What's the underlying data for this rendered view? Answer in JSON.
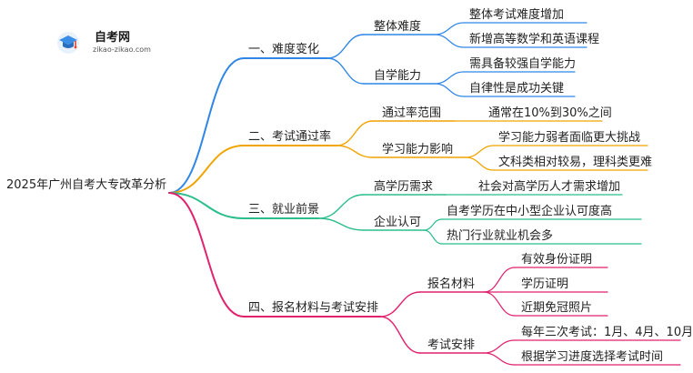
{
  "logo": {
    "title": "自考网",
    "url": "zikao-zikao.com",
    "icon": "graduation-cap-icon",
    "colors": {
      "cap": "#3a8ee6",
      "accent": "#e8452c"
    }
  },
  "root": {
    "label": "2025年广州自考大专改革分析"
  },
  "branches": [
    {
      "label": "一、难度变化",
      "color": "#2f86e6",
      "children": [
        {
          "label": "整体难度",
          "items": [
            "整体考试难度增加",
            "新增高等数学和英语课程"
          ]
        },
        {
          "label": "自学能力",
          "items": [
            "需具备较强自学能力",
            "自律性是成功关键"
          ]
        }
      ]
    },
    {
      "label": "二、考试通过率",
      "color": "#f0a400",
      "children": [
        {
          "label": "通过率范围",
          "items": [
            "通常在10%到30%之间"
          ]
        },
        {
          "label": "学习能力影响",
          "items": [
            "学习能力弱者面临更大挑战",
            "文科类相对较易，理科类更难"
          ]
        }
      ]
    },
    {
      "label": "三、就业前景",
      "color": "#2bbd8e",
      "children": [
        {
          "label": "高学历需求",
          "items": [
            "社会对高学历人才需求增加"
          ]
        },
        {
          "label": "企业认可",
          "items": [
            "自考学历在中小型企业认可度高",
            "热门行业就业机会多"
          ]
        }
      ]
    },
    {
      "label": "四、报名材料与考试安排",
      "color": "#e0226e",
      "children": [
        {
          "label": "报名材料",
          "items": [
            "有效身份证明",
            "学历证明",
            "近期免冠照片"
          ]
        },
        {
          "label": "考试安排",
          "items": [
            "每年三次考试：1月、4月、10月",
            "根据学习进度选择考试时间"
          ]
        }
      ]
    }
  ]
}
